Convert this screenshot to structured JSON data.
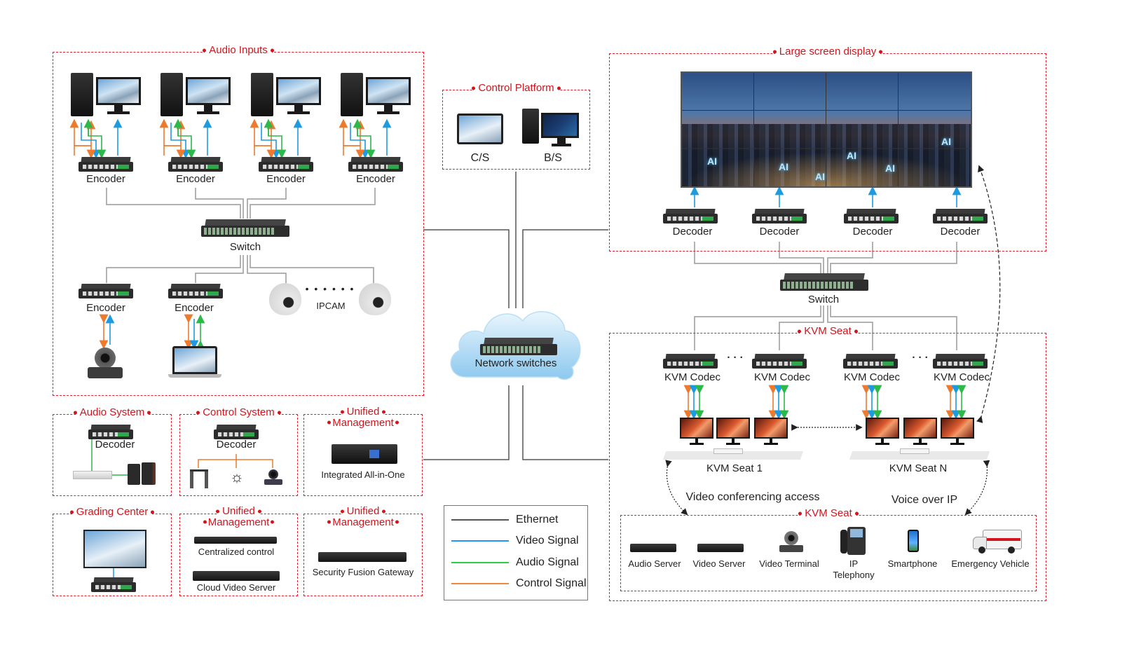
{
  "diagram": {
    "zones": {
      "audio_inputs": {
        "title": "Audio Inputs"
      },
      "control_platform": {
        "title": "Control Platform",
        "items": [
          "C/S",
          "B/S"
        ]
      },
      "large_screen": {
        "title": "Large screen display"
      },
      "kvm_seat_top": {
        "title": "KVM Seat"
      },
      "kvm_seat_bottom": {
        "title": "KVM Seat"
      },
      "audio_system": {
        "title": "Audio System"
      },
      "control_system": {
        "title": "Control System"
      },
      "unified_mgmt_1": {
        "title_line1": "Unified",
        "title_line2": "Management",
        "device": "Integrated All-in-One"
      },
      "grading_center": {
        "title": "Grading Center"
      },
      "unified_mgmt_2": {
        "title_line1": "Unified",
        "title_line2": "Management",
        "devices": [
          "Centralized control",
          "Cloud Video Server"
        ]
      },
      "unified_mgmt_3": {
        "title_line1": "Unified",
        "title_line2": "Management",
        "device": "Security Fusion Gateway"
      }
    },
    "labels": {
      "encoder": "Encoder",
      "decoder": "Decoder",
      "switch": "Switch",
      "ipcam": "IPCAM",
      "network_switches": "Network switches",
      "kvm_codec": "KVM Codec",
      "kvm_seat_1": "KVM Seat  1",
      "kvm_seat_n": "KVM Seat N",
      "video_conf": "Video conferencing access",
      "voip": "Voice over IP",
      "dots": "· · ·",
      "ipcam_dots": "• • • • • •",
      "ai": "AI"
    },
    "terminals": [
      "Audio Server",
      "Video Server",
      "Video Terminal",
      "IP\nTelephony",
      "Smartphone",
      "Emergency Vehicle"
    ],
    "terminal_ip": "IP",
    "terminal_telephony": "Telephony",
    "legend": [
      {
        "label": "Ethernet",
        "color": "#555555"
      },
      {
        "label": "Video Signal",
        "color": "#2196f3"
      },
      {
        "label": "Audio Signal",
        "color": "#2ecc40"
      },
      {
        "label": "Control Signal",
        "color": "#f0883e"
      }
    ],
    "colors": {
      "accent_red": "#d4141c",
      "ethernet": "#8a8a8a",
      "video": "#1e9be0",
      "audio": "#2db84a",
      "control": "#ee7a2e"
    }
  }
}
